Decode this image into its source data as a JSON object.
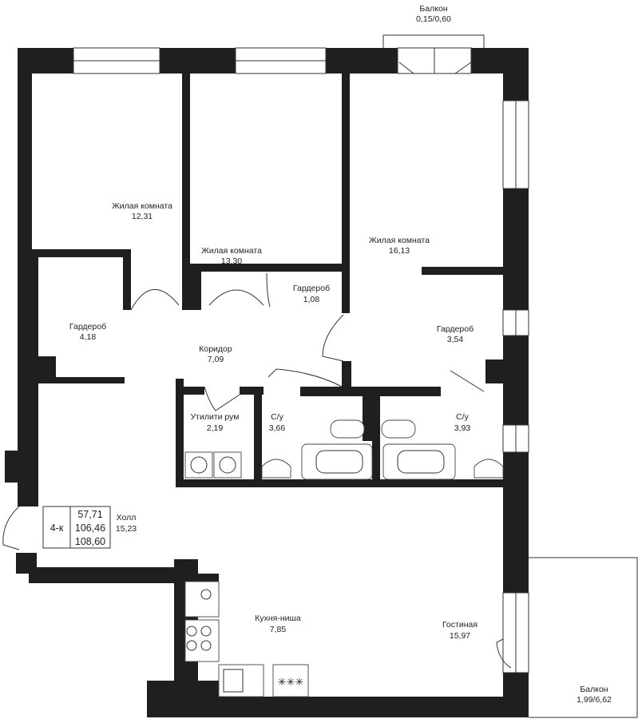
{
  "balcony_top": {
    "name": "Балкон",
    "area": "0,15/0,60"
  },
  "balcony_right": {
    "name": "Балкон",
    "area": "1,99/6,62"
  },
  "rooms": [
    {
      "name": "Жилая комната",
      "area": "12,31"
    },
    {
      "name": "Жилая комната",
      "area": "13,30"
    },
    {
      "name": "Жилая комната",
      "area": "16,13"
    },
    {
      "name": "Гардероб",
      "area": "1,08"
    },
    {
      "name": "Гардероб",
      "area": "4,18"
    },
    {
      "name": "Коридор",
      "area": "7,09"
    },
    {
      "name": "Гардероб",
      "area": "3,54"
    },
    {
      "name": "Утилити рум",
      "area": "2,19"
    },
    {
      "name": "С/у",
      "area": "3,66"
    },
    {
      "name": "С/у",
      "area": "3,93"
    },
    {
      "name": "Холл",
      "area": "15,23"
    },
    {
      "name": "Кухня-ниша",
      "area": "7,85"
    },
    {
      "name": "Гостиная",
      "area": "15,97"
    }
  ],
  "summary": {
    "type": "4-к",
    "living_area": "57,71",
    "total_area": "106,46",
    "total_with_balcony": "108,60"
  },
  "colors": {
    "wall": "#1f1f1f",
    "line": "#333333",
    "text": "#222222",
    "background": "#ffffff"
  }
}
